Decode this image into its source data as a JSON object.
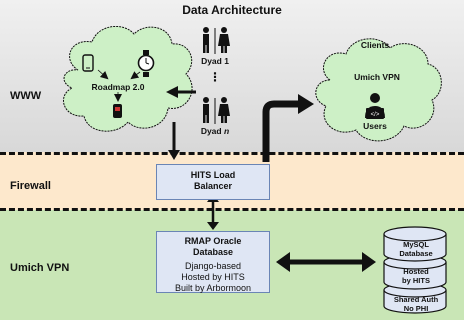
{
  "title": "Data Architecture",
  "zones": {
    "www": "WWW",
    "firewall": "Firewall",
    "umich_vpn": "Umich VPN"
  },
  "roadmap": {
    "label": "Roadmap 2.0"
  },
  "dyads": {
    "first": "Dyad 1",
    "ellipsis": "⋮",
    "last_prefix": "Dyad ",
    "last_var": "n"
  },
  "clients": {
    "title": "Clients",
    "vpn_label": "Umich VPN",
    "users_label": "Users"
  },
  "load_balancer": {
    "line1": "HITS Load",
    "line2": "Balancer"
  },
  "rmap_db": {
    "title1": "RMAP Oracle",
    "title2": "Database",
    "line1": "Django-based",
    "line2": "Hosted by HITS",
    "line3": "Built by Arbormoon"
  },
  "db_stack": {
    "top1": "MySQL",
    "top2": "Database",
    "mid1": "Hosted",
    "mid2": "by HITS",
    "bottom1": "Shared Auth",
    "bottom2": "No PHI"
  },
  "colors": {
    "www_band": "#e2e2e2",
    "firewall_band": "#fde8cc",
    "vpn_band": "#c9e6b6",
    "cloud_fill": "#cdf0c6",
    "box_fill": "#dfe6f4",
    "box_border": "#6a85b5"
  }
}
